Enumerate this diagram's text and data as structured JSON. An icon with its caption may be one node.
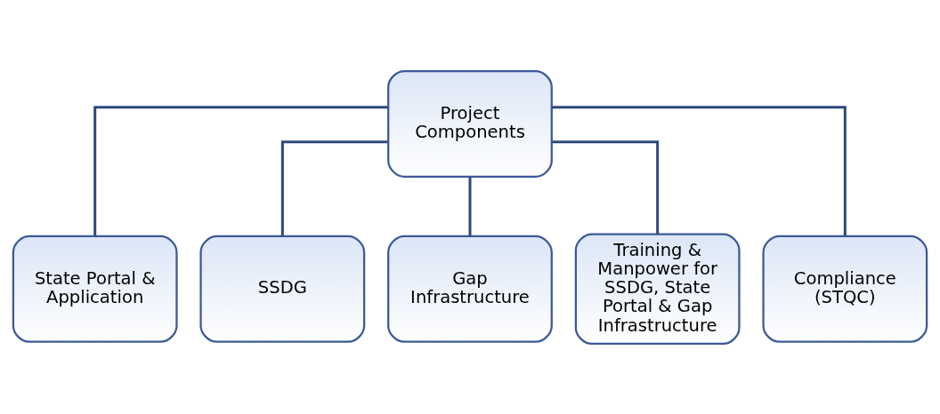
{
  "diagram": {
    "nodes": [
      {
        "text": [
          "Project Components"
        ]
      },
      {
        "text": [
          "State Portal & Application"
        ]
      },
      {
        "text": [
          "SSDG"
        ]
      },
      {
        "text": [
          "Gap Infrastructure"
        ]
      },
      {
        "text": [
          "Training & Manpower for SSDG, State Portal & Gap Infrastructure"
        ]
      },
      {
        "text": [
          "Compliance (STQC)"
        ]
      }
    ],
    "edges": [
      {
        "from": 0,
        "to": 1,
        "arrow": "none"
      },
      {
        "from": 0,
        "to": 2,
        "arrow": "none"
      },
      {
        "from": 0,
        "to": 3,
        "arrow": "none"
      },
      {
        "from": 0,
        "to": 4,
        "arrow": "none"
      },
      {
        "from": 0,
        "to": 5,
        "arrow": "none"
      }
    ]
  }
}
